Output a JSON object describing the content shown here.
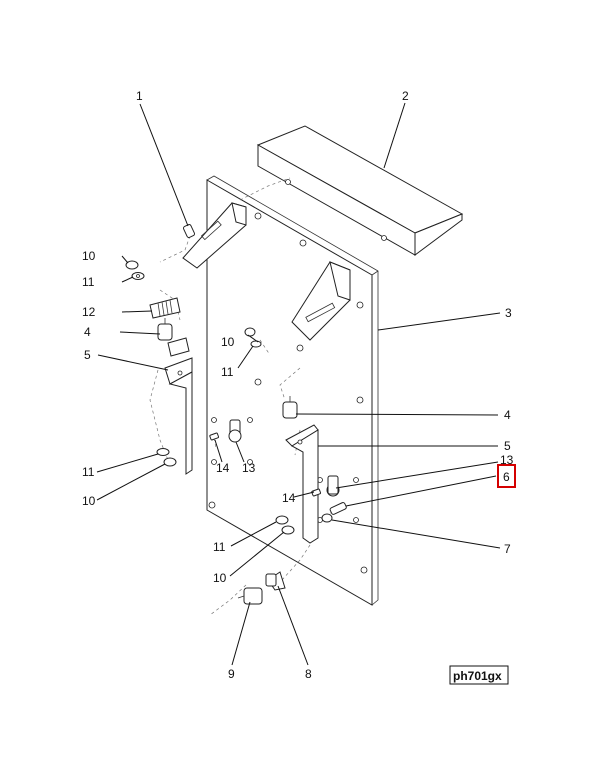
{
  "diagram_code": "ph701gx",
  "callouts": {
    "c1": "1",
    "c2": "2",
    "c3": "3",
    "c4a": "4",
    "c4b": "4",
    "c5a": "5",
    "c5b": "5",
    "c6": "6",
    "c7": "7",
    "c8": "8",
    "c9": "9",
    "c10a": "10",
    "c10b": "10",
    "c10c": "10",
    "c10d": "10",
    "c11a": "11",
    "c11b": "11",
    "c11c": "11",
    "c11d": "11",
    "c12": "12",
    "c13a": "13",
    "c13b": "13",
    "c14a": "14",
    "c14b": "14"
  },
  "colors": {
    "highlight": "#d40000",
    "line": "#111111"
  }
}
